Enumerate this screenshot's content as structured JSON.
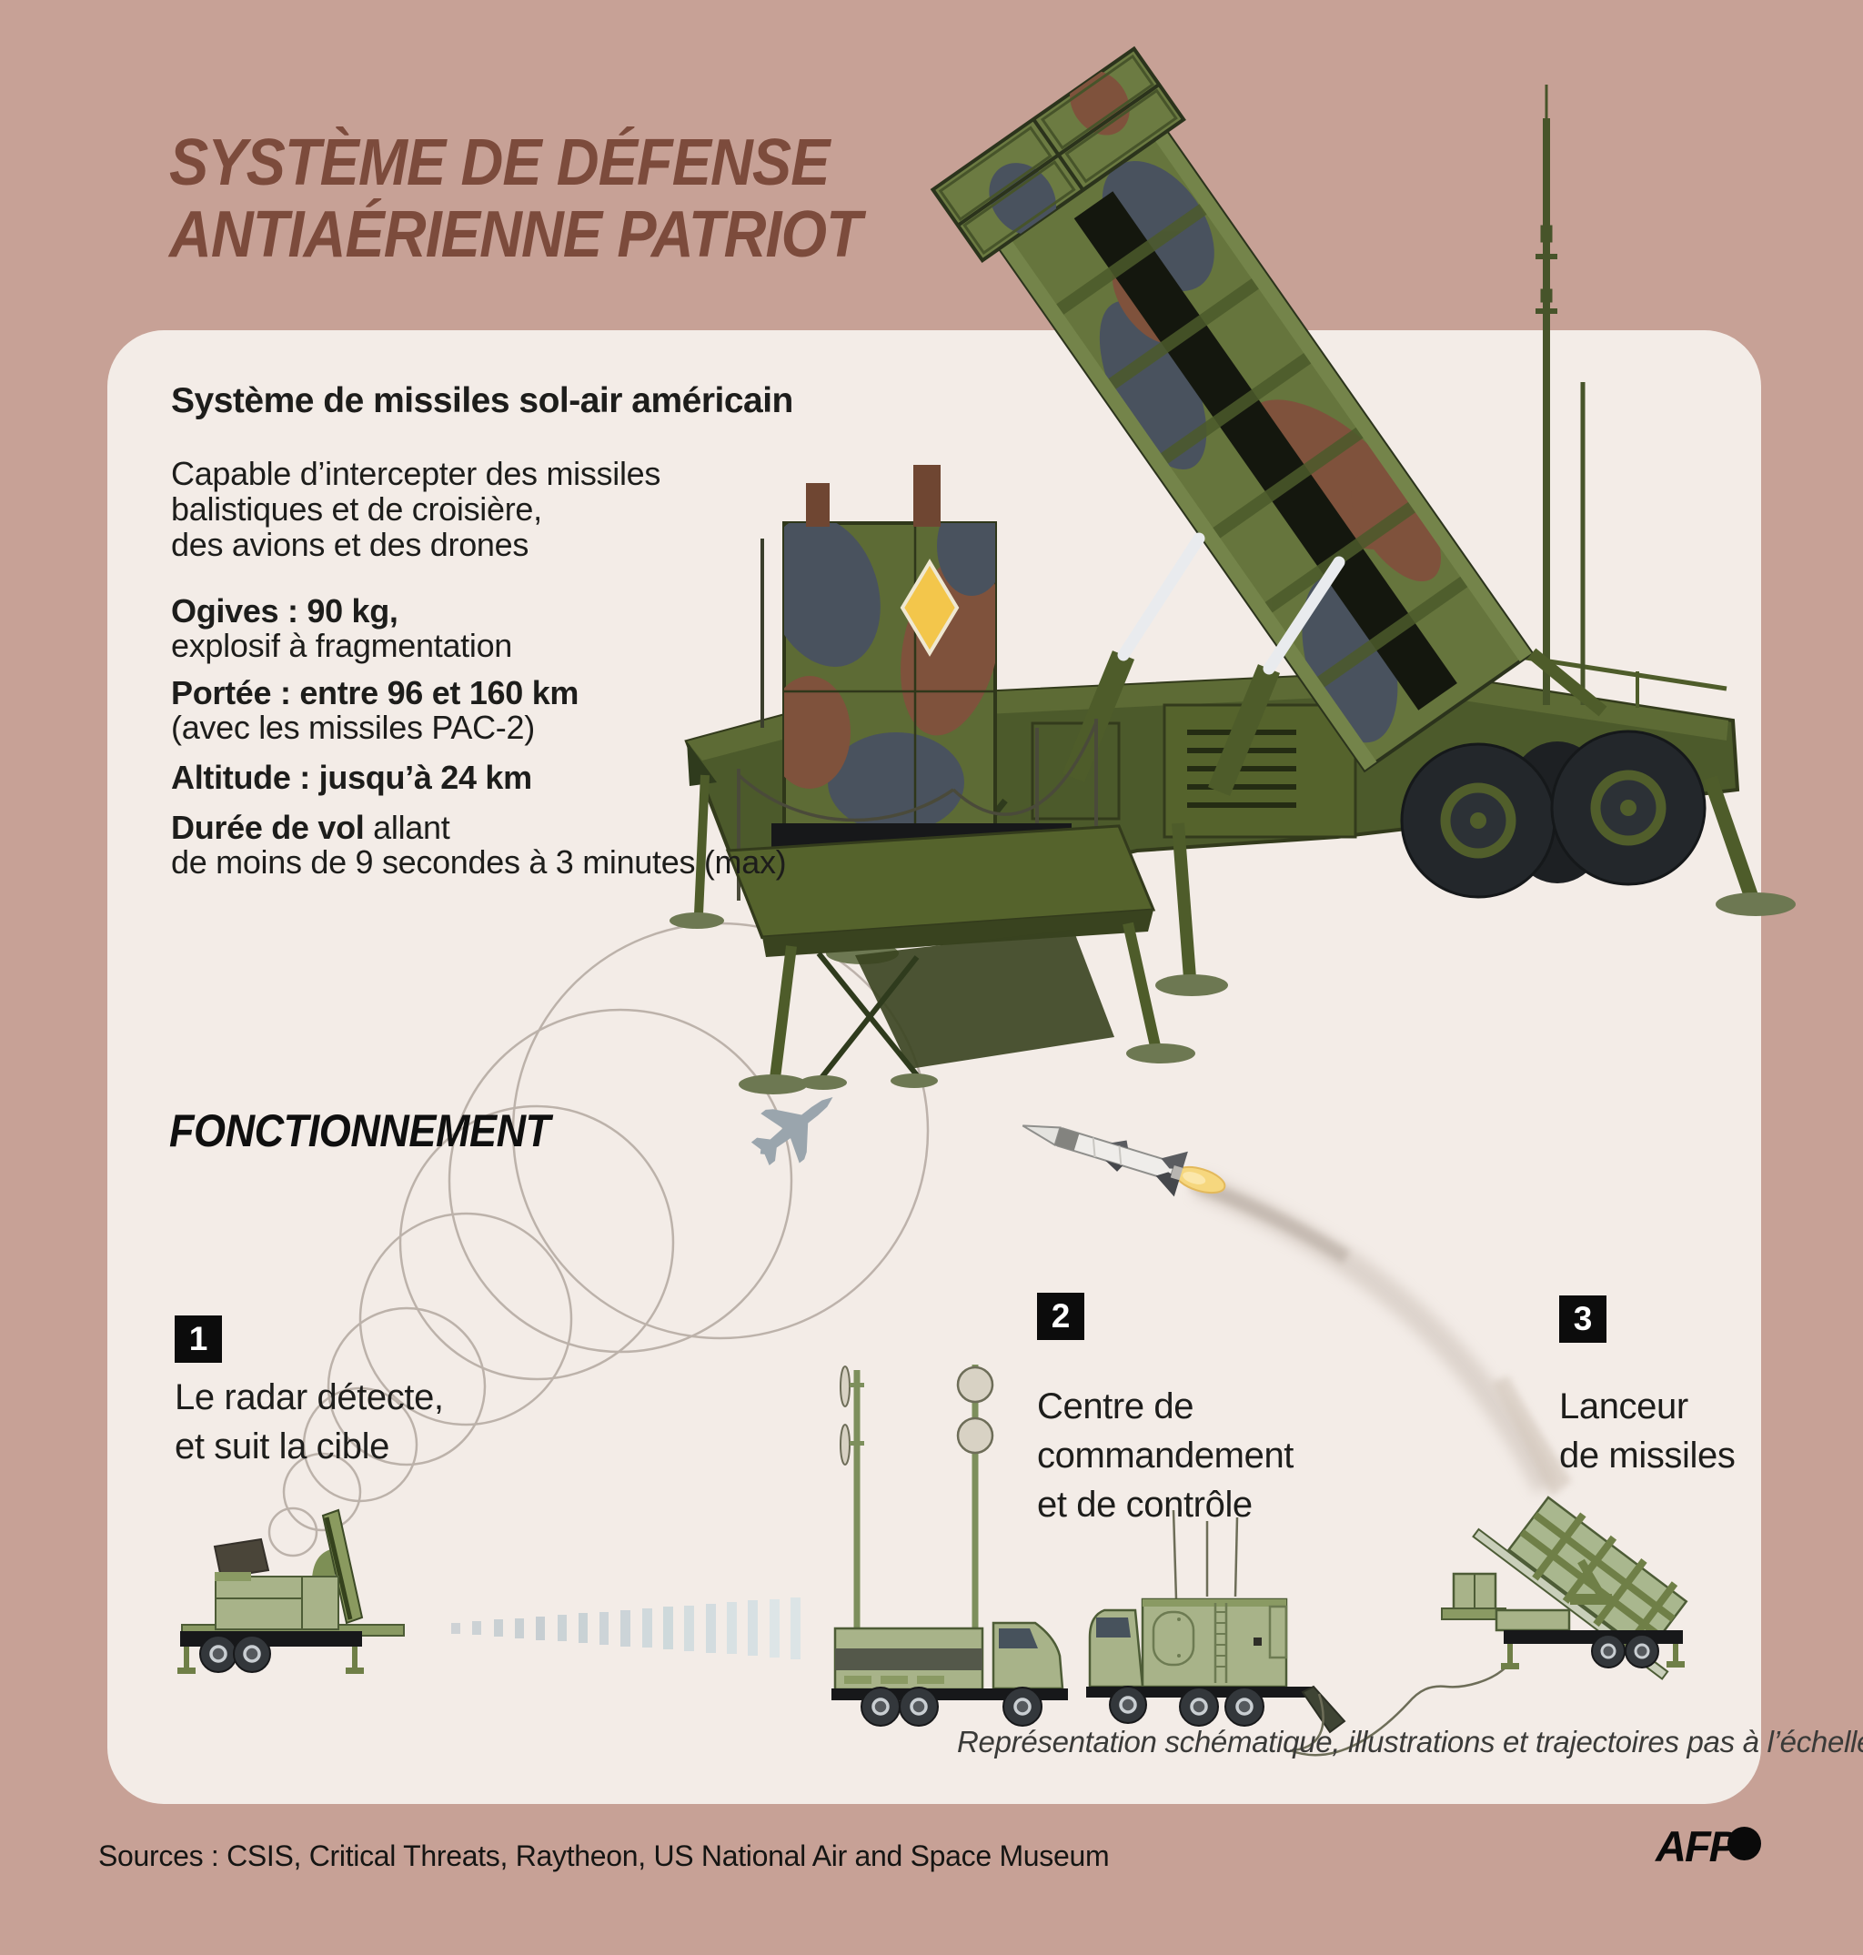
{
  "title": {
    "line1": "SYSTÈME DE DÉFENSE",
    "line2": "ANTIAÉRIENNE PATRIOT"
  },
  "specs": {
    "heading": "Système de missiles sol-air américain",
    "capability_lines": [
      "Capable d’intercepter des missiles",
      "balistiques et de croisière,",
      "des avions et des drones"
    ],
    "warhead_label": "Ogives : 90 kg,",
    "warhead_detail": "explosif à fragmentation",
    "range_label": "Portée : entre 96 et 160 km",
    "range_detail": "(avec les missiles PAC-2)",
    "altitude_label": "Altitude : jusqu’à 24 km",
    "flight_label": "Durée de vol",
    "flight_inline": " allant",
    "flight_detail": "de moins de 9 secondes à 3 minutes (max)"
  },
  "process": {
    "heading": "FONCTIONNEMENT",
    "steps": [
      {
        "number": "1",
        "lines": [
          "Le radar détecte,",
          "et suit la cible"
        ]
      },
      {
        "number": "2",
        "lines": [
          "Centre de",
          "commandement",
          "et de contrôle"
        ]
      },
      {
        "number": "3",
        "lines": [
          "Lanceur",
          "de missiles"
        ]
      }
    ],
    "disclaimer": "Représentation schématique, illustrations et trajectoires pas à l’échelle"
  },
  "footer": {
    "sources": "Sources : CSIS, Critical Threats, Raytheon, US National Air and Space Museum",
    "brand": "AFP"
  },
  "colors": {
    "background": "#c7a196",
    "panel": "#f3ece7",
    "title": "#7c4b3c",
    "text": "#1d1d1b",
    "camo_green": "#66753d",
    "camo_slate": "#49525e",
    "camo_brown": "#7f523c",
    "sage_green": "#a8b389",
    "flame_yellow": "#f6d77e",
    "diamond_yellow": "#f3c64b"
  }
}
